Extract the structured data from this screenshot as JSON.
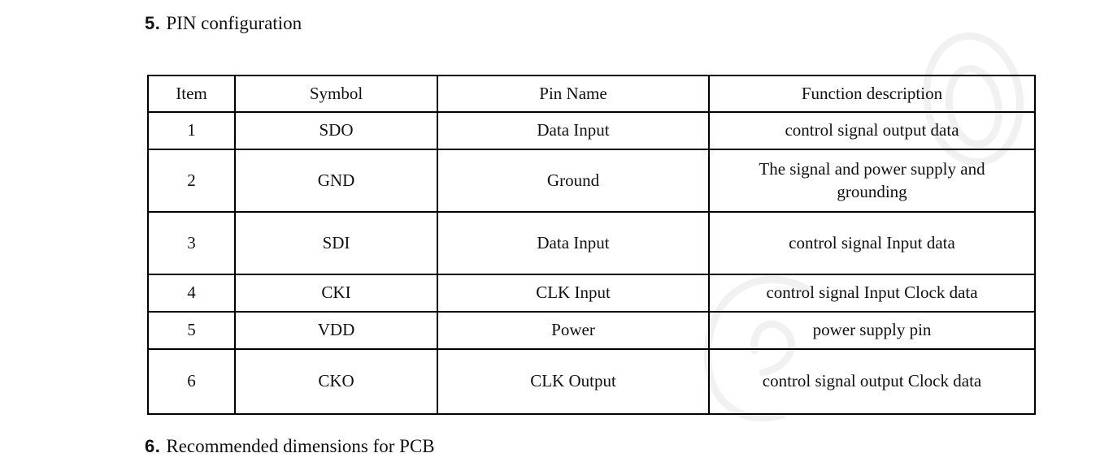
{
  "document": {
    "section5": {
      "number": "5.",
      "title": "PIN configuration"
    },
    "section6": {
      "number": "6.",
      "title": "Recommended dimensions for PCB"
    }
  },
  "table": {
    "headers": [
      "Item",
      "Symbol",
      "Pin Name",
      "Function description"
    ],
    "rows": [
      [
        "1",
        "SDO",
        "Data Input",
        "control signal output data"
      ],
      [
        "2",
        "GND",
        "Ground",
        "The signal and power supply and grounding"
      ],
      [
        "3",
        "SDI",
        "Data Input",
        "control signal Input data"
      ],
      [
        "4",
        "CKI",
        "CLK Input",
        "control signal Input Clock data"
      ],
      [
        "5",
        "VDD",
        "Power",
        "power supply pin"
      ],
      [
        "6",
        "CKO",
        "CLK Output",
        "control signal output Clock data"
      ]
    ]
  },
  "colors": {
    "text": "#111111",
    "table_border": "#000000",
    "background": "#ffffff",
    "watermark": "#f1f1f1"
  }
}
